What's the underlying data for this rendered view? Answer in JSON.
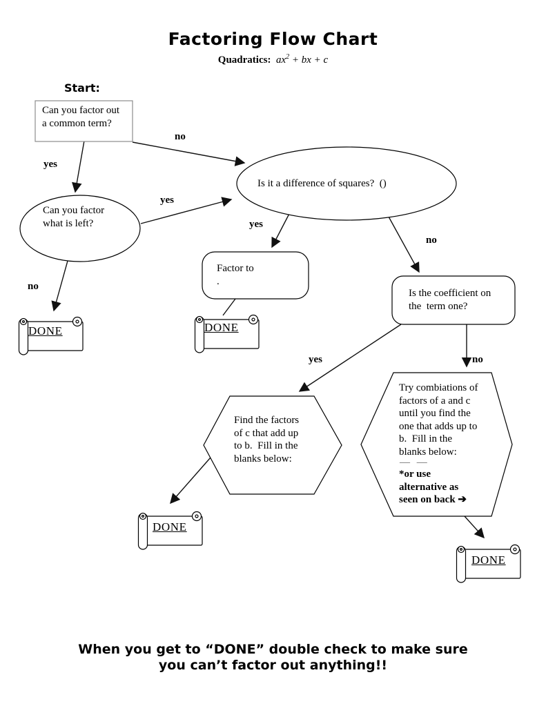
{
  "title": "Factoring Flow Chart",
  "subtitle": {
    "label": "Quadratics:",
    "formula_base": "ax",
    "formula_sup": "2",
    "formula_rest": " + bx + c"
  },
  "start_label": "Start:",
  "nodes": {
    "common_term": "Can you factor out\na common term?",
    "factor_left": "Can you factor\nwhat is left?",
    "diff_squares": "Is it a difference of squares?  ()",
    "factor_to": "Factor to\n.",
    "coefficient": "Is the coefficient on\nthe  term one?",
    "find_factors": "Find the factors\nof c that add up\nto b.  Fill in the\nblanks below:",
    "try_combinations": "Try combiations of\nfactors of a and c\nuntil you find the\none that adds up to\nb.  Fill in the\nblanks below:",
    "try_blanks": "— —",
    "try_note": "*or use\nalternative as\nseen on back ➔"
  },
  "edge_labels": {
    "common_no": "no",
    "common_yes": "yes",
    "left_to_diff_yes": "yes",
    "diff_yes": "yes",
    "diff_no": "no",
    "left_no": "no",
    "coeff_yes": "yes",
    "coeff_no": "no"
  },
  "done_labels": [
    "DONE",
    "DONE",
    "DONE",
    "DONE"
  ],
  "footer": "When you get to “DONE” double check to make sure\nyou can’t factor out anything!!",
  "colors": {
    "ink": "#000000",
    "background": "#ffffff",
    "light_box_stroke": "#8c8c8c",
    "blanks_gray": "#8c8c8c"
  }
}
